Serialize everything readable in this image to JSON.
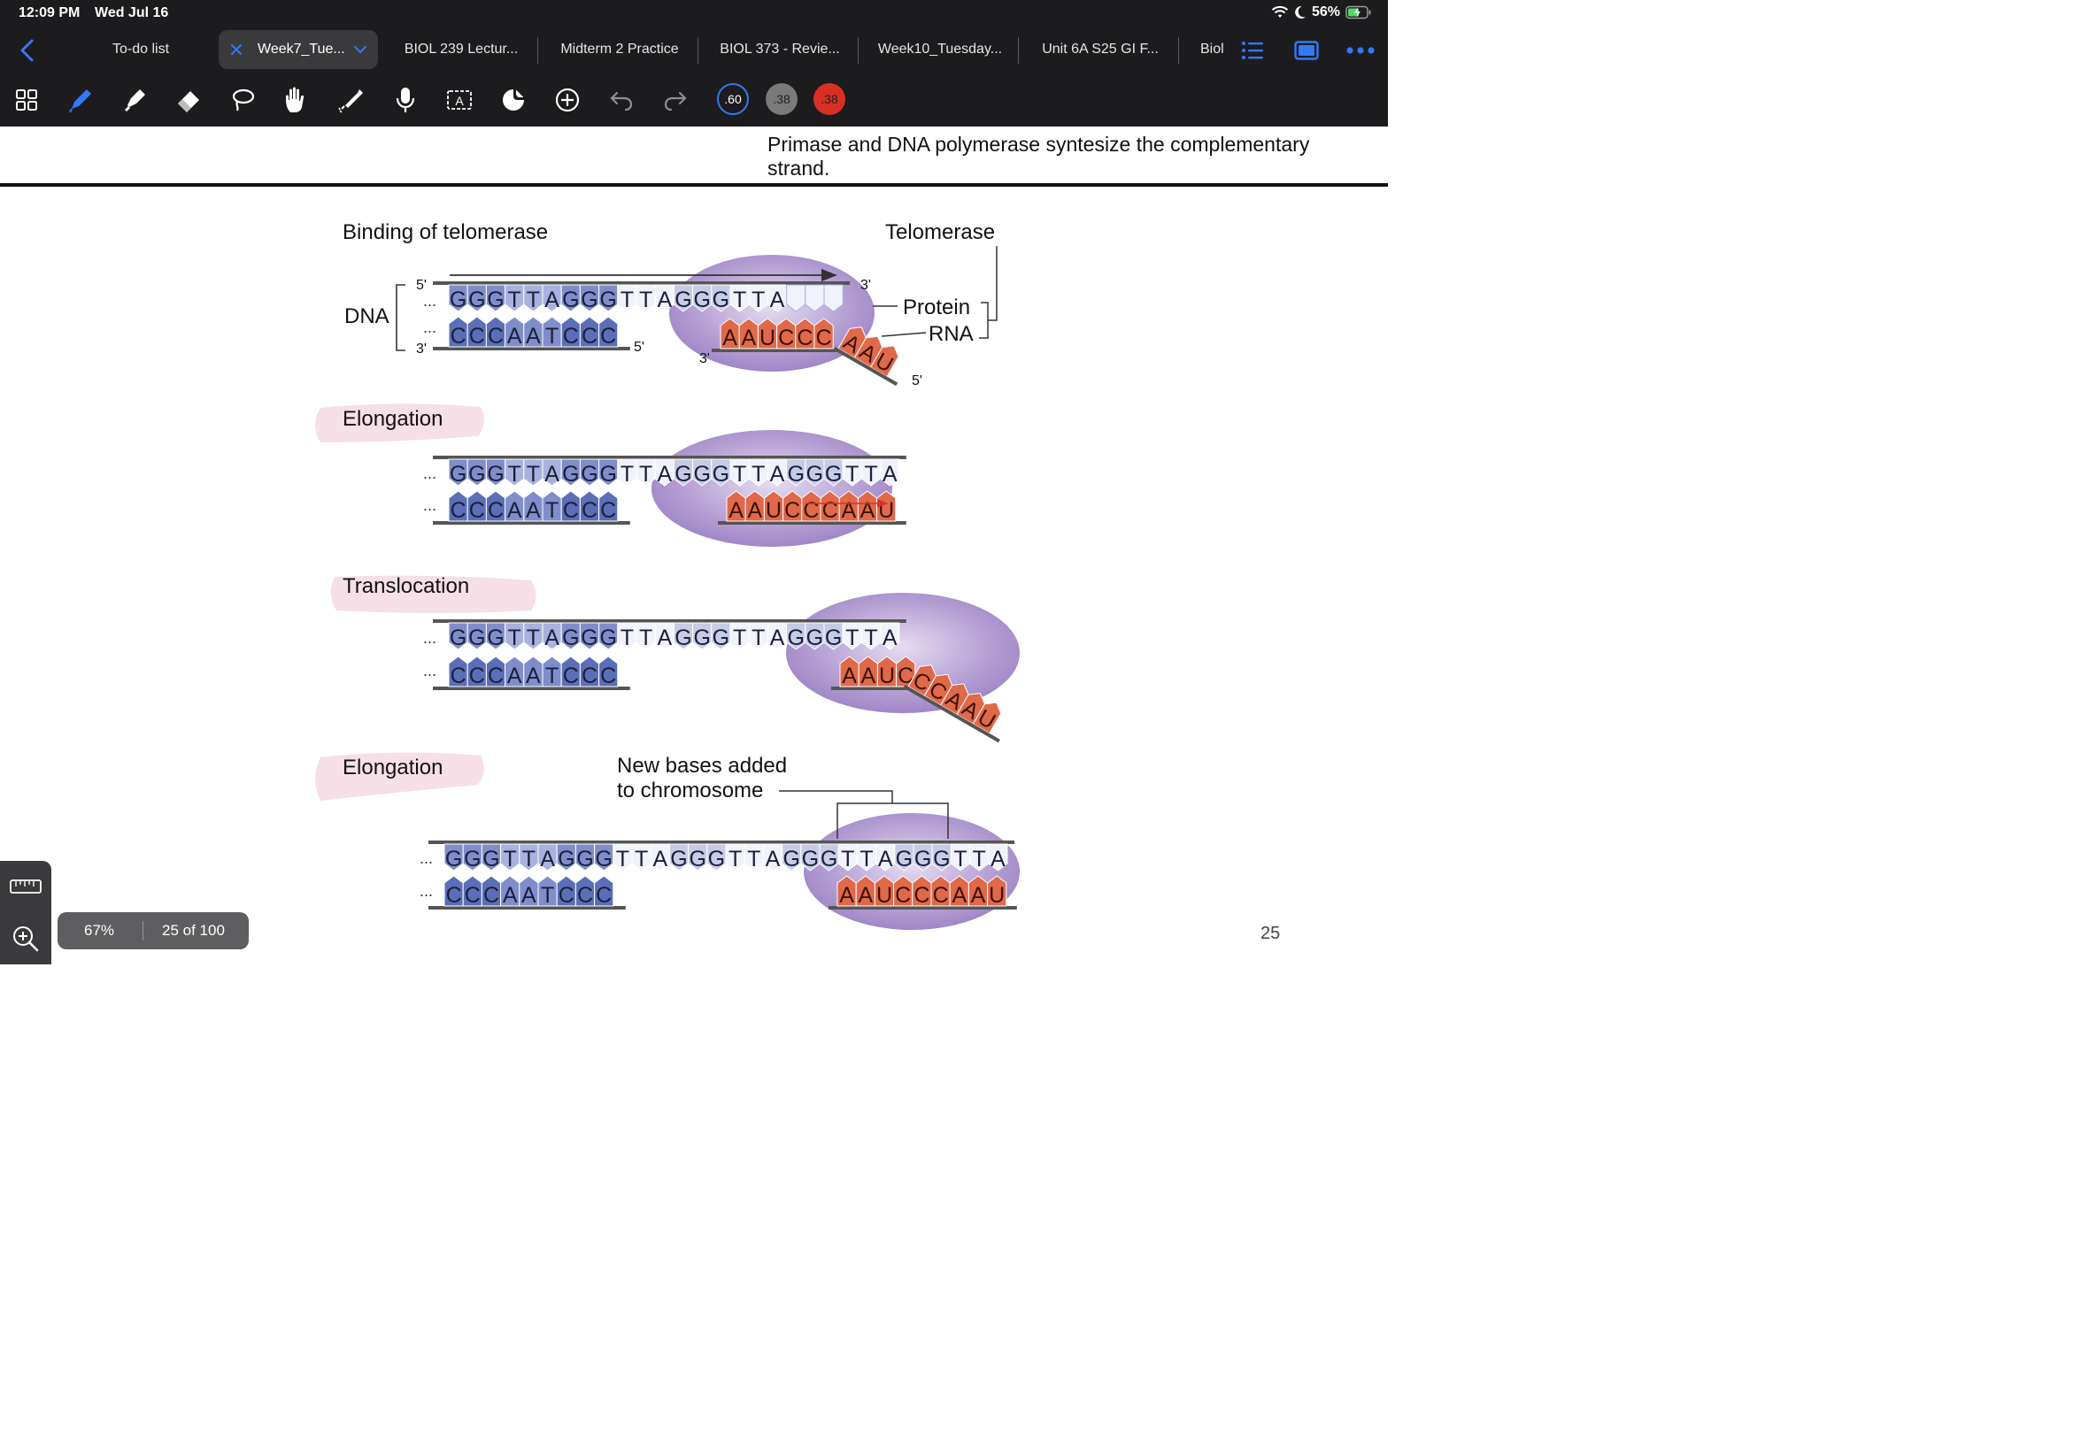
{
  "status_bar": {
    "time": "12:09 PM",
    "date": "Wed Jul 16",
    "battery": "56%"
  },
  "tabs": [
    {
      "label": "To-do list"
    },
    {
      "label": "Week7_Tue..."
    },
    {
      "label": "BIOL 239 Lectur..."
    },
    {
      "label": "Midterm 2 Practice"
    },
    {
      "label": "BIOL 373 - Revie..."
    },
    {
      "label": "Week10_Tuesday..."
    },
    {
      "label": "Unit 6A S25 GI F..."
    },
    {
      "label": "Biol"
    }
  ],
  "toolbar": {
    "pen_sizes": [
      ".60",
      ".38",
      ".38"
    ],
    "text_tool_glyph": "A"
  },
  "page": {
    "note": "Primase and DNA polymerase syntesize the complementary strand.",
    "page_number": "25"
  },
  "figure": {
    "binding_title": "Binding of telomerase",
    "telomerase_label": "Telomerase",
    "protein_label": "Protein",
    "rna_label": "RNA",
    "dna_label": "DNA",
    "elongation1": "Elongation",
    "translocation": "Translocation",
    "elongation2": "Elongation",
    "new_bases_line1": "New bases added",
    "new_bases_line2": "to chromosome",
    "five_prime": "5'",
    "three_prime": "3'",
    "ellipsis": "...",
    "panel1_top": "GGGTTAGGGTTAGGGTTA",
    "panel1_bottom": "CCCAATCCC",
    "panel1_rna": "AAUCCC",
    "panel1_rna_tail": "AAU",
    "panel2_top": "GGGTTAGGGTTAGGGTTAGGGTTA",
    "panel2_bottom": "CCCAATCCC",
    "panel2_rna": "AAUCCCAAU",
    "panel3_top": "GGGTTAGGGTTAGGGTTAGGGTTA",
    "panel3_bottom": "CCCAATCCC",
    "panel3_rna": "AAUC",
    "panel3_rna_tail": "CCAAU",
    "panel4_top": "GGGTTAGGGTTAGGGTTAGGGTTAGGGTTA",
    "panel4_bottom": "CCCAATCCC",
    "panel4_rna": "AAUCCCAAU"
  },
  "zoom": {
    "level": "67%",
    "pages": "25 of 100"
  },
  "colors": {
    "top_bar": "#1c1c1e",
    "accent_blue": "#3478f6",
    "dna_dark": "#5a6fb8",
    "dna_light": "#c5c9e8",
    "rna": "#e0694a",
    "telomerase": "#a58fc8",
    "highlight_pink": "#f7dfe7",
    "red_dot": "#d93025"
  }
}
